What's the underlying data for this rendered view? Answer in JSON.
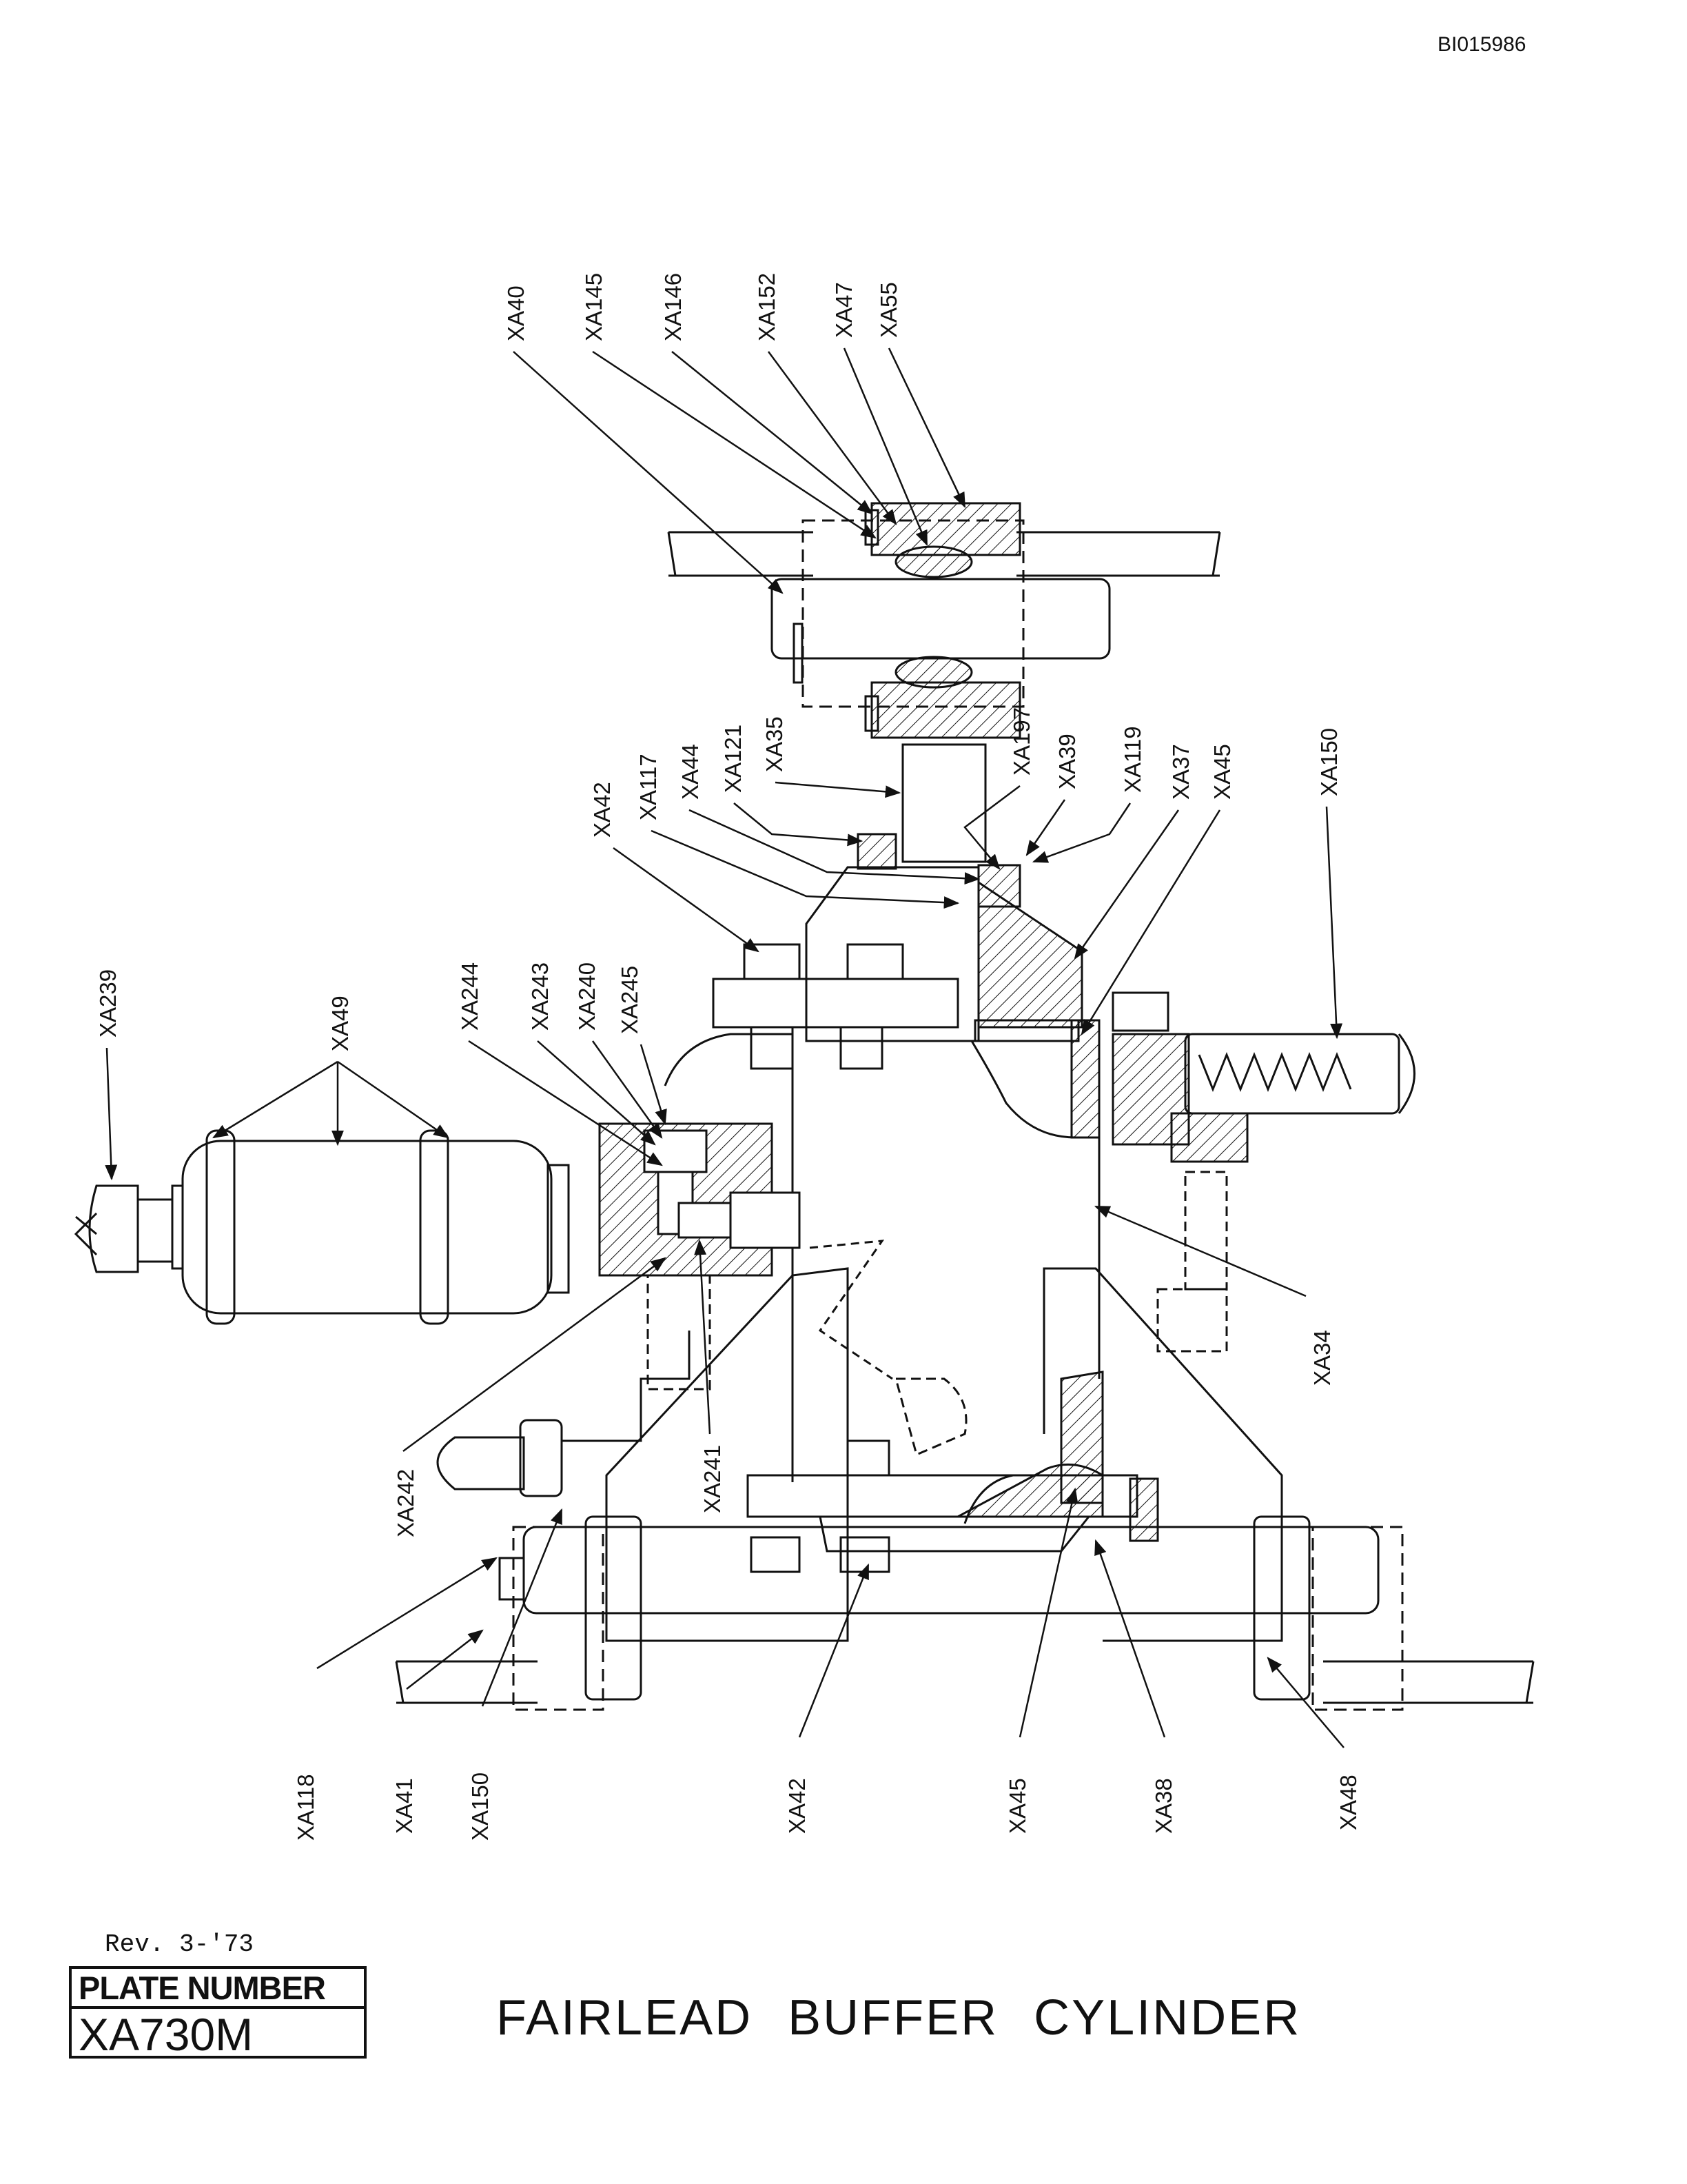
{
  "document_id": "BI015986",
  "revision": "Rev. 3-'73",
  "plate_number_label": "PLATE NUMBER",
  "plate_number": "XA730M",
  "title": "FAIRLEAD BUFFER CYLINDER",
  "colors": {
    "ink": "#111111",
    "paper": "#ffffff"
  },
  "callouts": {
    "xa40": "XA40",
    "xa145": "XA145",
    "xa146": "XA146",
    "xa152": "XA152",
    "xa47": "XA47",
    "xa55": "XA55",
    "xa42_top": "XA42",
    "xa117": "XA117",
    "xa44": "XA44",
    "xa121": "XA121",
    "xa35": "XA35",
    "xa197": "XA197",
    "xa39": "XA39",
    "xa119": "XA119",
    "xa37": "XA37",
    "xa45_top": "XA45",
    "xa150_right": "XA150",
    "xa239": "XA239",
    "xa49": "XA49",
    "xa244": "XA244",
    "xa243": "XA243",
    "xa240": "XA240",
    "xa245": "XA245",
    "xa34": "XA34",
    "xa241": "XA241",
    "xa242": "XA242",
    "xa118": "XA118",
    "xa41": "XA41",
    "xa150_bottom": "XA150",
    "xa42_bottom": "XA42",
    "xa45_bottom": "XA45",
    "xa38": "XA38",
    "xa48": "XA48"
  }
}
